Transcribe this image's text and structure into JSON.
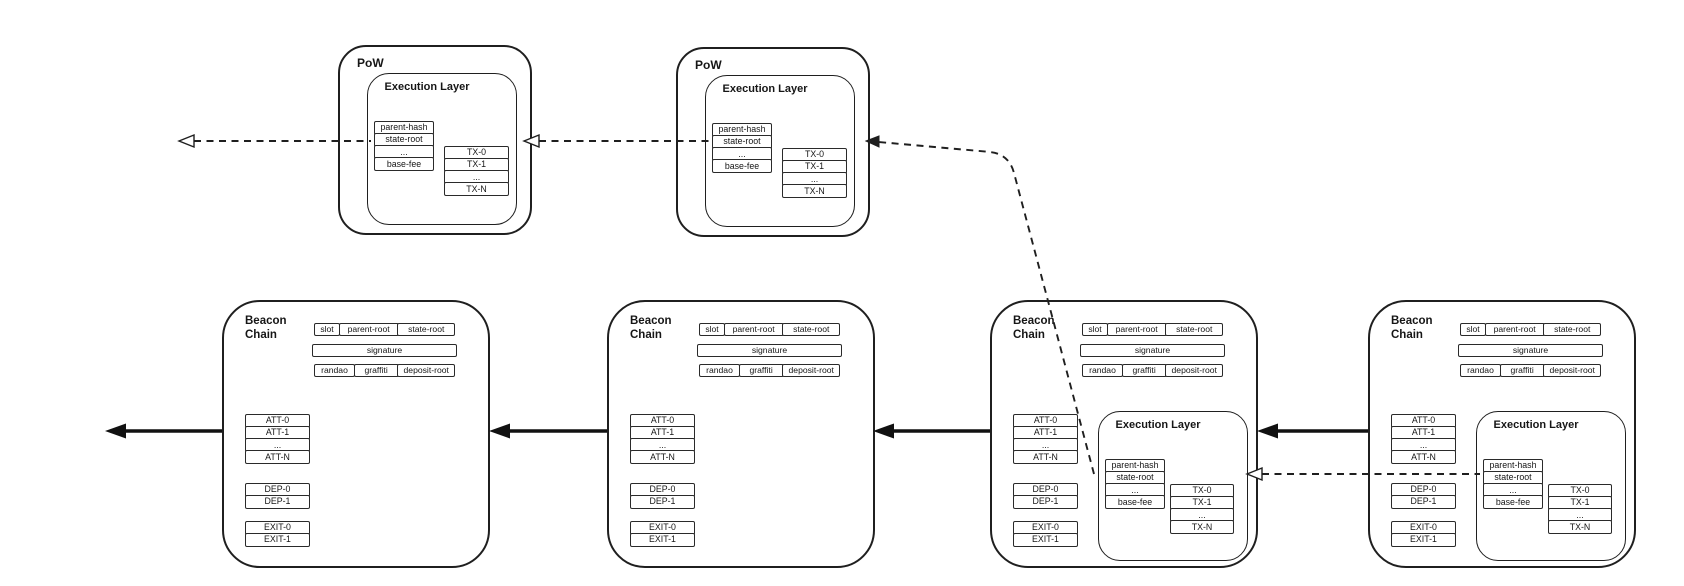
{
  "colors": {
    "background": "#ffffff",
    "stroke": "#1f1f1f",
    "text": "#161616"
  },
  "pow_block": {
    "title": "PoW",
    "execution_layer": {
      "title": "Execution Layer",
      "fields": [
        "parent-hash",
        "state-root",
        "...",
        "base-fee"
      ],
      "transactions": [
        "TX-0",
        "TX-1",
        "...",
        "TX-N"
      ]
    }
  },
  "beacon_block": {
    "title": "Beacon Chain",
    "header_fields": [
      "slot",
      "parent-root",
      "state-root"
    ],
    "signature_field": "signature",
    "meta_fields": [
      "randao",
      "graffiti",
      "deposit-root"
    ],
    "attestations": [
      "ATT-0",
      "ATT-1",
      "...",
      "ATT-N"
    ],
    "deposits": [
      "DEP-0",
      "DEP-1"
    ],
    "exits": [
      "EXIT-0",
      "EXIT-1"
    ],
    "execution_layer": {
      "title": "Execution Layer",
      "fields": [
        "parent-hash",
        "state-root",
        "...",
        "base-fee"
      ],
      "transactions": [
        "TX-0",
        "TX-1",
        "...",
        "TX-N"
      ]
    }
  },
  "instances": {
    "pow_blocks": [
      "pow-1",
      "pow-2"
    ],
    "beacon_blocks": [
      "beacon-1",
      "beacon-2",
      "beacon-3",
      "beacon-4"
    ],
    "beacon_blocks_with_execution_layer": [
      "beacon-3",
      "beacon-4"
    ]
  },
  "arrows": [
    {
      "style": "solid",
      "from": "beacon-1",
      "to": "off-canvas-left"
    },
    {
      "style": "solid",
      "from": "beacon-2",
      "to": "beacon-1"
    },
    {
      "style": "solid",
      "from": "beacon-3",
      "to": "beacon-2"
    },
    {
      "style": "solid",
      "from": "beacon-4",
      "to": "beacon-3"
    },
    {
      "style": "dashed",
      "from": "pow-1-execution-layer",
      "to": "off-canvas-left"
    },
    {
      "style": "dashed",
      "from": "pow-2-execution-layer",
      "to": "pow-1"
    },
    {
      "style": "dashed",
      "from": "beacon-3-execution-layer",
      "to": "pow-2"
    },
    {
      "style": "dashed",
      "from": "beacon-4-execution-layer",
      "to": "beacon-3-execution-layer"
    }
  ]
}
